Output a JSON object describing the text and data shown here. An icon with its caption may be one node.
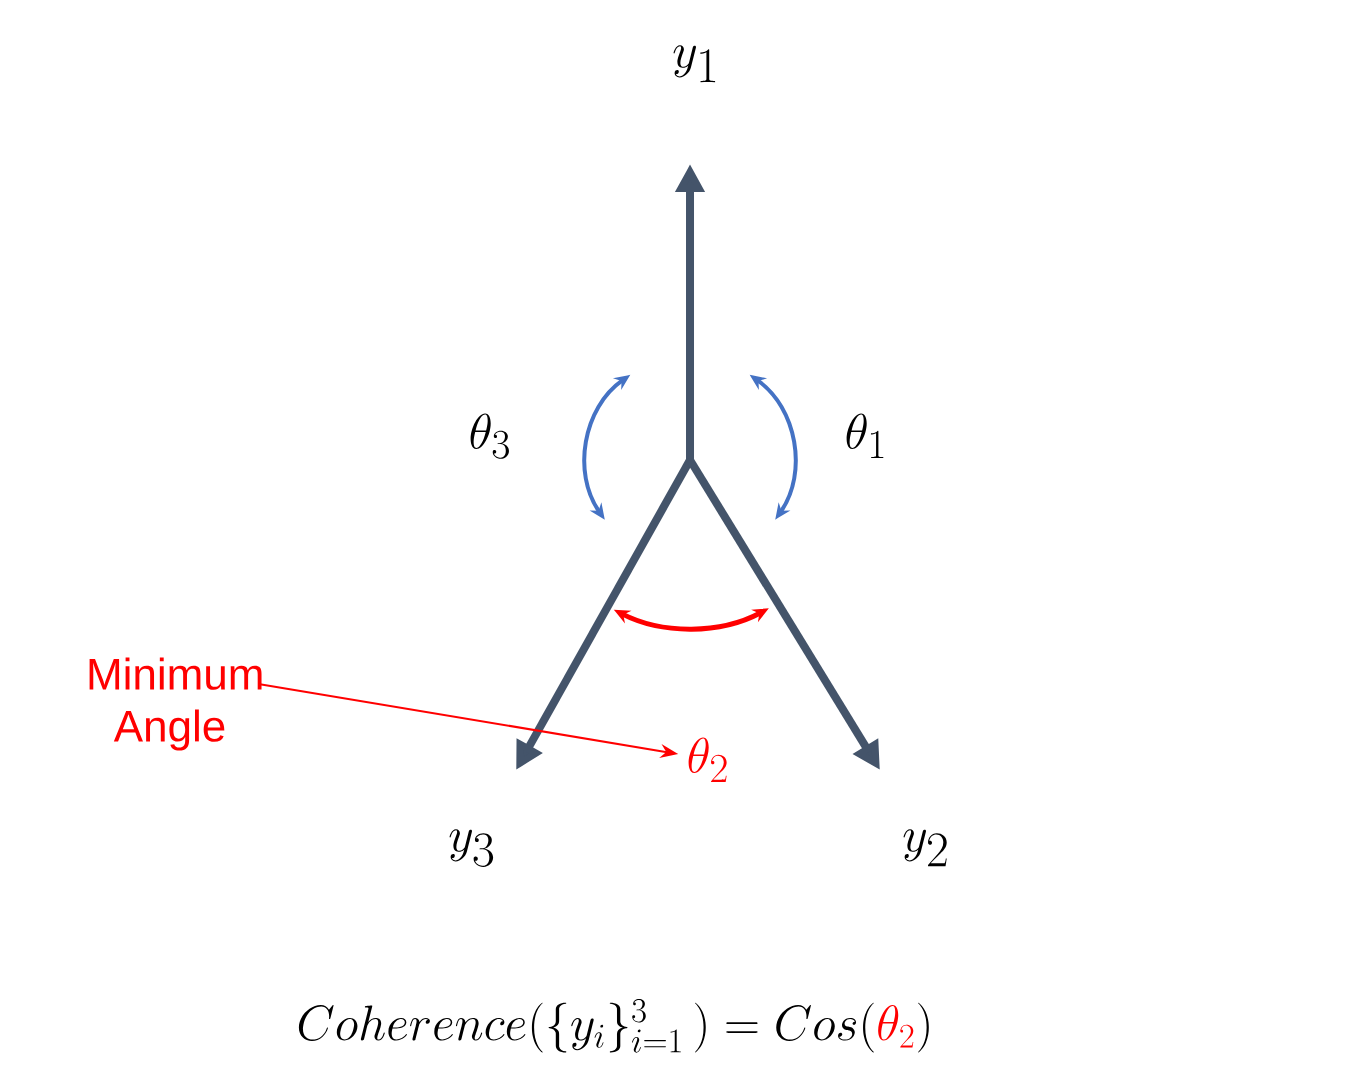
{
  "diagram": {
    "nodes": [
      {
        "text": [
          "Minimum Angle"
        ]
      },
      {
        "text": [
          "\\theta_2"
        ]
      }
    ],
    "edges": [
      {
        "from": 0,
        "to": 1,
        "arrow": "to",
        "color": "#ff0000"
      }
    ],
    "labels": [
      "y_1",
      "\\theta_3",
      "\\theta_1",
      "y_3",
      "y_2",
      "Coherence(\\{y_i\\}_{i=1}^{3}\\,) = Cos(",
      "\\theta_2",
      ")"
    ]
  }
}
